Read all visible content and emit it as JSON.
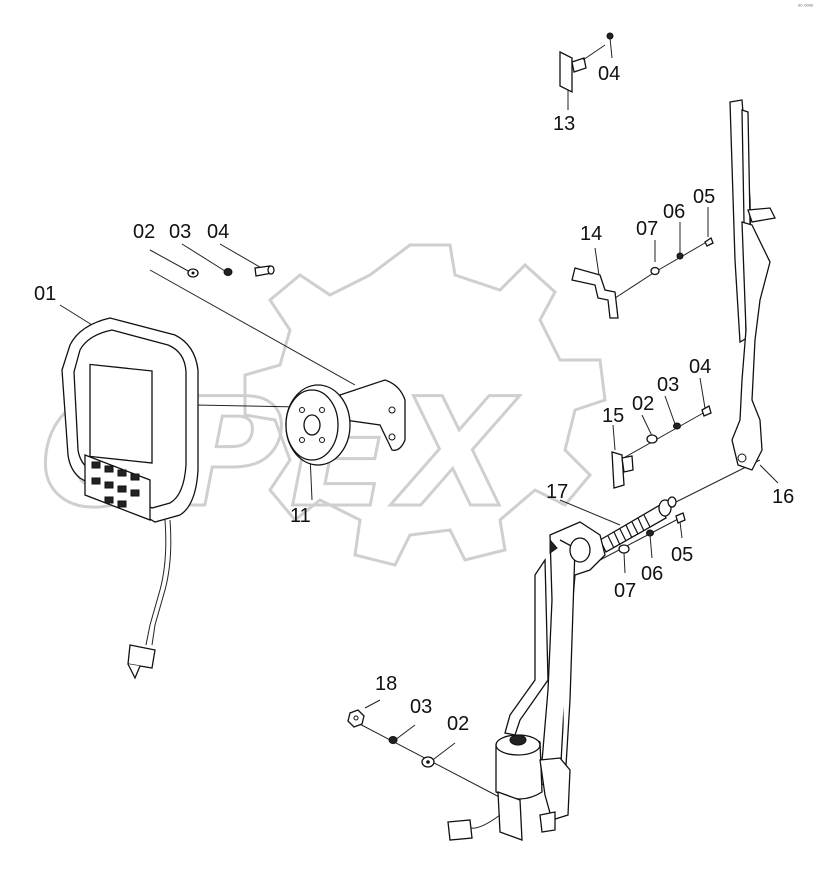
{
  "corner_note": "ᵒᵒ ᵒᵒᵒᵒ",
  "watermark": {
    "text": "OPEX"
  },
  "callouts": [
    {
      "id": "c-01a",
      "label": "01"
    },
    {
      "id": "c-02a",
      "label": "02"
    },
    {
      "id": "c-03a",
      "label": "03"
    },
    {
      "id": "c-04a",
      "label": "04"
    },
    {
      "id": "c-11",
      "label": "11"
    },
    {
      "id": "c-04b",
      "label": "04"
    },
    {
      "id": "c-13",
      "label": "13"
    },
    {
      "id": "c-14",
      "label": "14"
    },
    {
      "id": "c-07a",
      "label": "07"
    },
    {
      "id": "c-06a",
      "label": "06"
    },
    {
      "id": "c-05a",
      "label": "05"
    },
    {
      "id": "c-04c",
      "label": "04"
    },
    {
      "id": "c-03b",
      "label": "03"
    },
    {
      "id": "c-02b",
      "label": "02"
    },
    {
      "id": "c-15",
      "label": "15"
    },
    {
      "id": "c-17",
      "label": "17"
    },
    {
      "id": "c-16",
      "label": "16"
    },
    {
      "id": "c-07b",
      "label": "07"
    },
    {
      "id": "c-06b",
      "label": "06"
    },
    {
      "id": "c-05b",
      "label": "05"
    },
    {
      "id": "c-18",
      "label": "18"
    },
    {
      "id": "c-03c",
      "label": "03"
    },
    {
      "id": "c-02c",
      "label": "02"
    }
  ]
}
